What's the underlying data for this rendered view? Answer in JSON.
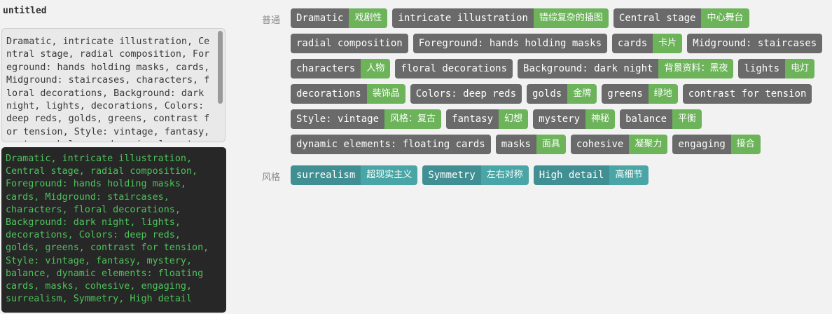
{
  "document": {
    "title": "untitled"
  },
  "prompt": {
    "text": "Dramatic, intricate illustration, Central stage, radial composition, Foreground: hands holding masks, cards, Midground: staircases, characters, floral decorations, Background: dark night, lights, decorations, Colors: deep reds, golds, greens, contrast for tension, Style: vintage, fantasy, mystery, balance, dynamic elements: floating cards, masks, cohesive, engaging, surrealism, Symmetry, High detail"
  },
  "output": {
    "text": "Dramatic, intricate illustration,\nCentral stage, radial composition,\nForeground: hands holding masks,\ncards, Midground: staircases,\ncharacters, floral decorations,\nBackground: dark night, lights,\ndecorations, Colors: deep reds,\ngolds, greens, contrast for tension,\nStyle: vintage, fantasy, mystery,\nbalance, dynamic elements: floating\ncards, masks, cohesive, engaging,\nsurrealism, Symmetry, High detail"
  },
  "groups": {
    "normal": {
      "label": "普通",
      "tags": [
        {
          "en": "Dramatic",
          "zh": "戏剧性"
        },
        {
          "en": "intricate illustration",
          "zh": "错综复杂的插图"
        },
        {
          "en": "Central stage",
          "zh": "中心舞台"
        },
        {
          "en": "radial composition",
          "zh": ""
        },
        {
          "en": "Foreground: hands holding masks",
          "zh": ""
        },
        {
          "en": "cards",
          "zh": "卡片"
        },
        {
          "en": "Midground: staircases",
          "zh": ""
        },
        {
          "en": "characters",
          "zh": "人物"
        },
        {
          "en": "floral decorations",
          "zh": ""
        },
        {
          "en": "Background: dark night",
          "zh": "背景资料：黑夜"
        },
        {
          "en": "lights",
          "zh": "电灯"
        },
        {
          "en": "decorations",
          "zh": "装饰品"
        },
        {
          "en": "Colors: deep reds",
          "zh": ""
        },
        {
          "en": "golds",
          "zh": "金牌"
        },
        {
          "en": "greens",
          "zh": "绿地"
        },
        {
          "en": "contrast for tension",
          "zh": ""
        },
        {
          "en": "Style: vintage",
          "zh": "风格：复古"
        },
        {
          "en": "fantasy",
          "zh": "幻想"
        },
        {
          "en": "mystery",
          "zh": "神秘"
        },
        {
          "en": "balance",
          "zh": "平衡"
        },
        {
          "en": "dynamic elements: floating cards",
          "zh": ""
        },
        {
          "en": "masks",
          "zh": "面具"
        },
        {
          "en": "cohesive",
          "zh": "凝聚力"
        },
        {
          "en": "engaging",
          "zh": "接合"
        }
      ]
    },
    "style": {
      "label": "风格",
      "tags": [
        {
          "en": "surrealism",
          "zh": "超现实主义"
        },
        {
          "en": "Symmetry",
          "zh": "左右对称"
        },
        {
          "en": "High detail",
          "zh": "高细节"
        }
      ]
    }
  },
  "colors": {
    "tag_en_bg": "#6a6a6a",
    "tag_zh_bg": "#6cb35a",
    "style_en_bg": "#3f8f93",
    "style_zh_bg": "#4aa6a6",
    "output_bg": "#272727",
    "output_text": "#4cc35a"
  }
}
